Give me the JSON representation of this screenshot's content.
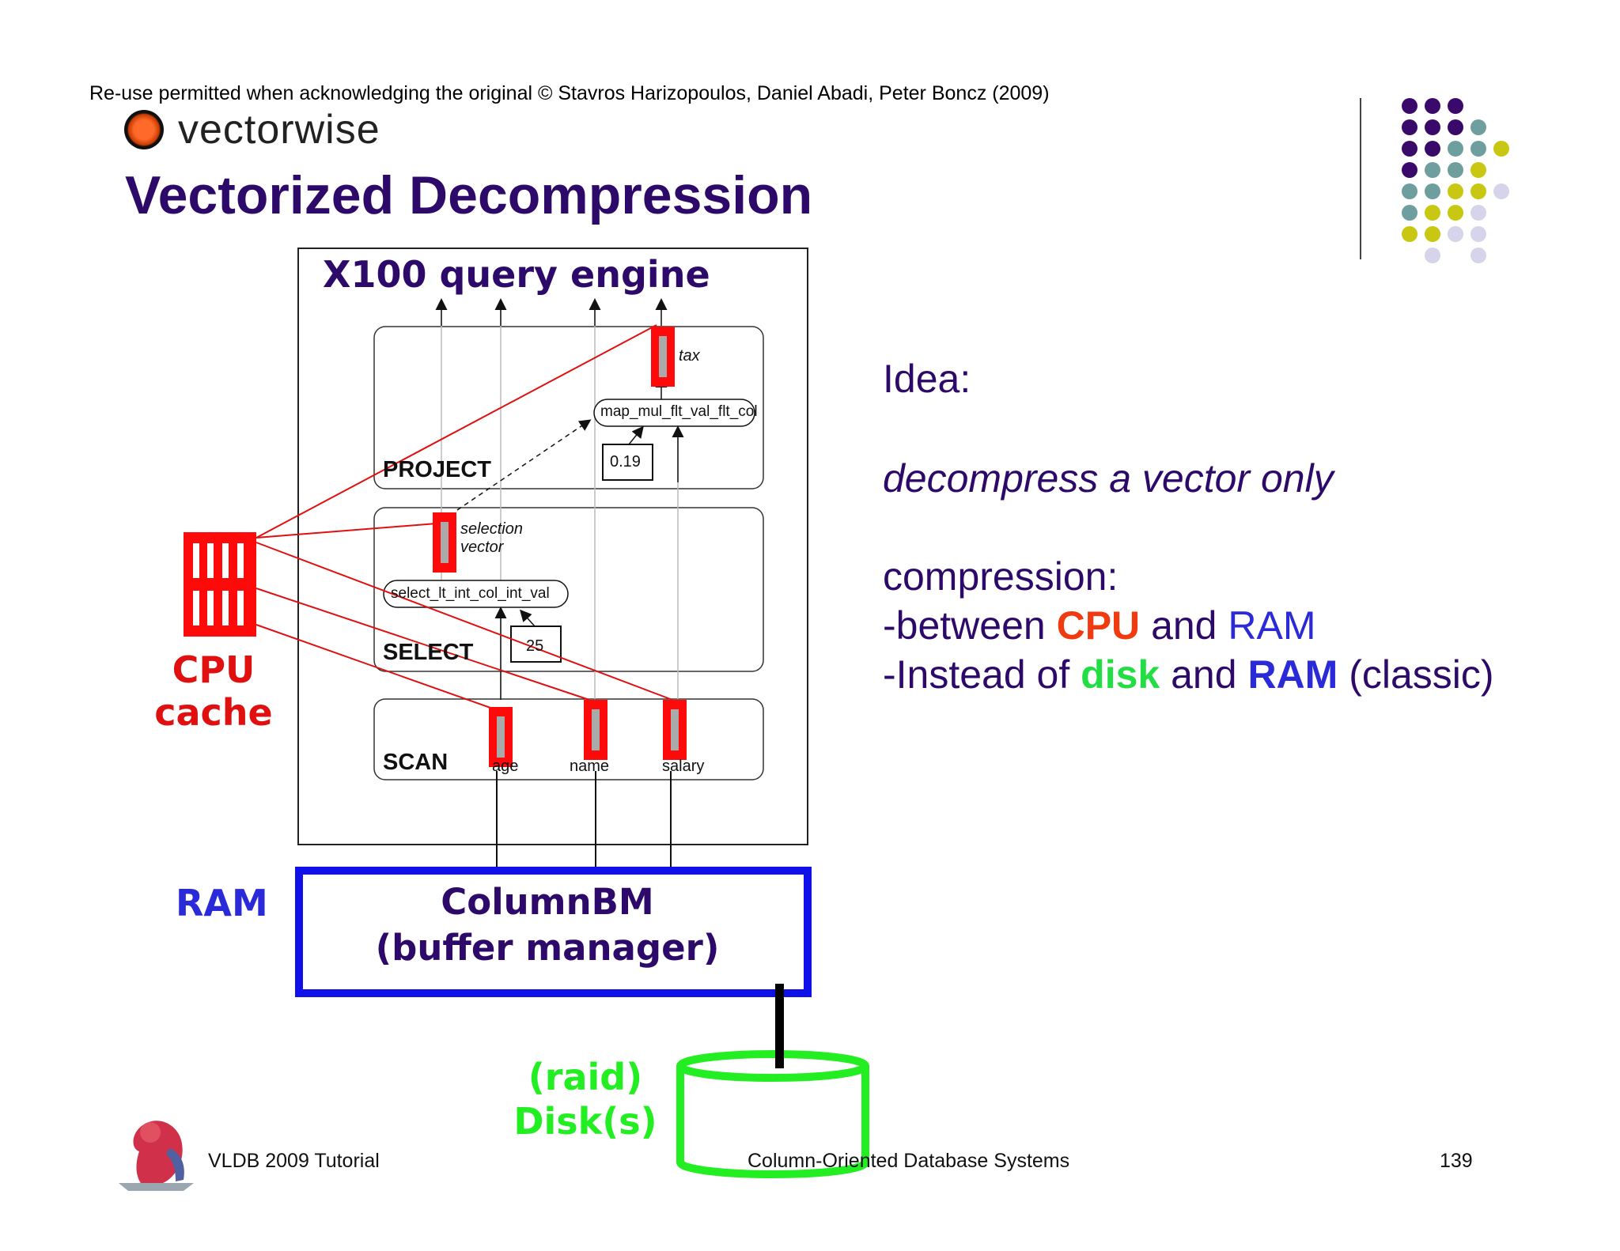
{
  "header": {
    "copyright": "Re-use permitted when acknowledging the original © Stavros Harizopoulos, Daniel Abadi, Peter Boncz (2009)",
    "logo_text": "vectorwise",
    "title": "Vectorized Decompression"
  },
  "diagram": {
    "engine_title": "X100 query engine",
    "operators": {
      "project": "PROJECT",
      "select": "SELECT",
      "scan": "SCAN"
    },
    "primitives": {
      "map": "map_mul_flt_val_flt_col",
      "select": "select_lt_int_col_int_val"
    },
    "constants": {
      "project": "0.19",
      "select": "25"
    },
    "vector_labels": {
      "tax": "tax",
      "selection_line1": "selection",
      "selection_line2": "vector"
    },
    "columns": [
      "age",
      "name",
      "salary"
    ],
    "cpu_cache": {
      "line1": "CPU",
      "line2": "cache"
    },
    "ram_label": "RAM",
    "columnbm": {
      "line1": "ColumnBM",
      "line2": "(buffer manager)"
    },
    "disk": {
      "line1": "(raid)",
      "line2": "Disk(s)"
    }
  },
  "idea": {
    "heading": "Idea:",
    "statement": "decompress a vector only",
    "compression": "compression:",
    "line1": {
      "prefix": "-between ",
      "cpu": "CPU",
      "mid": " and ",
      "ram": "RAM"
    },
    "line2": {
      "prefix": "-Instead of ",
      "disk": "disk",
      "mid": " and ",
      "ram": "RAM",
      "suffix": " (classic)"
    }
  },
  "footer": {
    "left": "VLDB 2009 Tutorial",
    "center": "Column-Oriented Database Systems",
    "page": "139"
  },
  "colors": {
    "title": "#2d0a6a",
    "cpu_red": "#e01010",
    "ram_blue": "#1010e8",
    "disk_green": "#22ee22",
    "dot_purple": "#3a0a6a",
    "dot_teal": "#6e9e9e",
    "dot_yellow": "#c8c812",
    "dot_lavender": "#d6d4ea"
  }
}
